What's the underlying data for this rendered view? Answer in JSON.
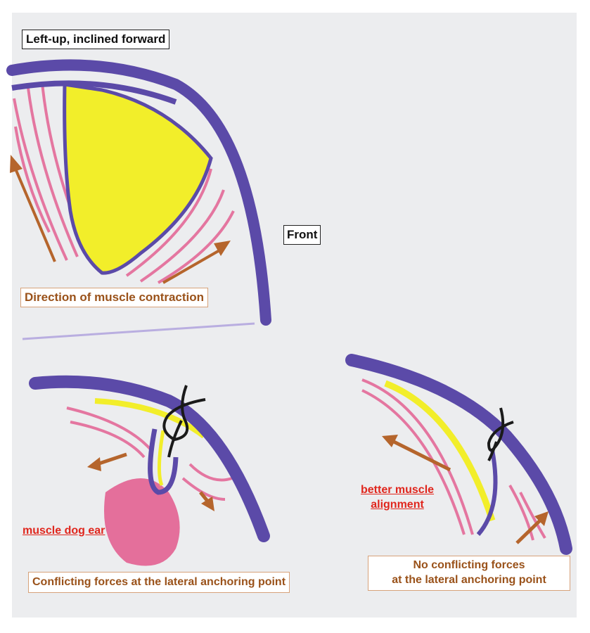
{
  "labels": {
    "view": "Left-up, inclined forward",
    "front": "Front",
    "direction": "Direction of muscle contraction",
    "dog_ear": "muscle dog ear",
    "better_line1": "better muscle",
    "better_line2": "alignment",
    "conflicting": "Conflicting forces at the lateral anchoring point",
    "no_conflict_line1": "No conflicting forces",
    "no_conflict_line2": "at the lateral anchoring point"
  },
  "colors": {
    "paper": "#ecedef",
    "skin_purple": "#5b4aa8",
    "fat_yellow": "#f2ee2a",
    "muscle_pink": "#e24f86",
    "arrow_brown": "#b5652c",
    "suture_black": "#1a1a1a",
    "label_red": "#e0261d",
    "label_brown": "#9a521a"
  },
  "icons": [
    "arrow-up-icon",
    "arrow-right-icon",
    "arrow-left-icon",
    "arrow-down-icon",
    "suture-knot-icon"
  ]
}
